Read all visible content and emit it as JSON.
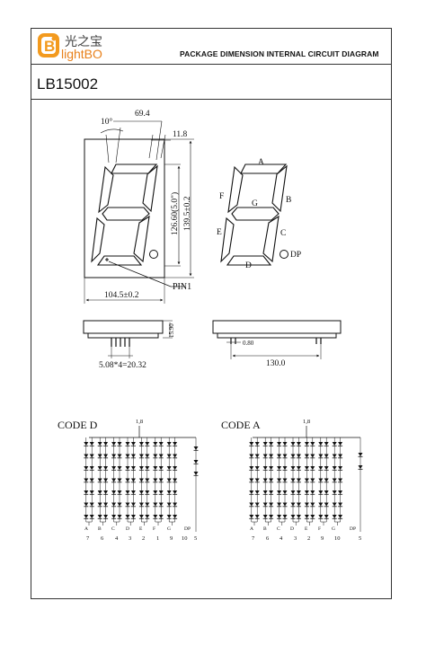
{
  "header": {
    "logo_chinese": "光之宝",
    "logo_latin": "lightBO",
    "title": "PACKAGE DIMENSION INTERNAL CIRCUIT DIAGRAM"
  },
  "part_number": "LB15002",
  "front_view": {
    "seg_angle": "10°",
    "width_top": "69.4",
    "seg_thickness": "11.8",
    "digit_height": "126.60(5.0\")",
    "total_height": "139.5±0.2",
    "pin1_label": "PIN1",
    "total_width": "104.5±0.2"
  },
  "segment_labels": {
    "a": "A",
    "b": "B",
    "c": "C",
    "d": "D",
    "e": "E",
    "f": "F",
    "g": "G",
    "dp": "DP"
  },
  "side_view": {
    "depth": "15.90",
    "pin_pitch": "5.08*4=20.32"
  },
  "bottom_view": {
    "pin_dia": "0.80",
    "pin_row_length": "130.0"
  },
  "circuits": [
    {
      "title": "CODE D",
      "common": "1,8",
      "seg_labels": [
        "A",
        "B",
        "C",
        "D",
        "E",
        "F",
        "G",
        "DP"
      ],
      "pins": [
        "7",
        "6",
        "4",
        "3",
        "2",
        "1",
        "9",
        "10",
        "5"
      ]
    },
    {
      "title": "CODE A",
      "common": "1,8",
      "seg_labels": [
        "A",
        "B",
        "C",
        "D",
        "E",
        "F",
        "G",
        "DP"
      ],
      "pins": [
        "7",
        "6",
        "4",
        "3",
        "2",
        "9",
        "10",
        "5"
      ]
    }
  ]
}
